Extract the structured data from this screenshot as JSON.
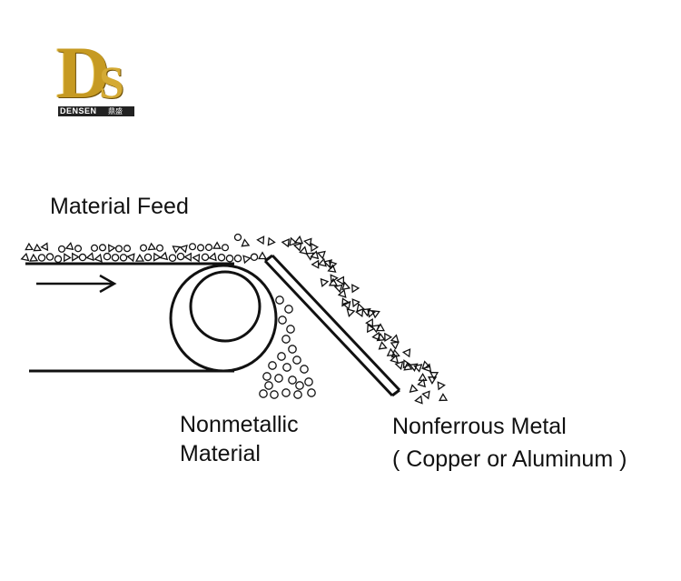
{
  "logo": {
    "letters": "DS",
    "caption": "DENSEN",
    "chinese": "鼎盛"
  },
  "labels": {
    "material_feed": "Material Feed",
    "nonmetallic_line1": "Nonmetallic",
    "nonmetallic_line2": "Material",
    "nonferrous_line1": "Nonferrous Metal",
    "nonferrous_line2": "( Copper or Aluminum )"
  },
  "colors": {
    "line": "#111111",
    "logo_gold": "#c69a22",
    "background": "#ffffff"
  }
}
